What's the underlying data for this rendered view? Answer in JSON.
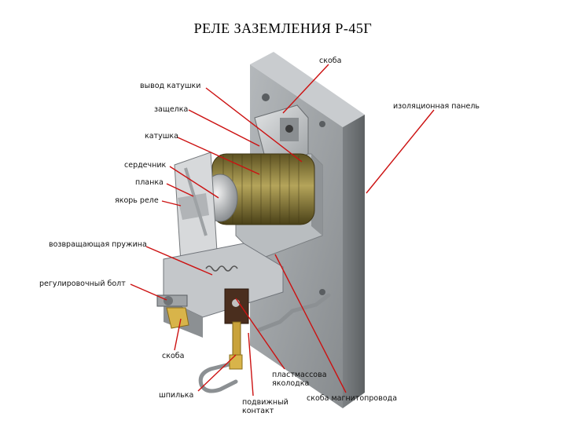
{
  "title": "РЕЛЕ  ЗАЗЕМЛЕНИЯ  Р-45Г",
  "labels": {
    "skoba_top": "скоба",
    "vyvod_katushki": "вывод  катушки",
    "izol_panel": "изоляционная панель",
    "zaschelka": "защелка",
    "katushka": "катушка",
    "serdechnik": "сердечник",
    "planka": "планка",
    "yakor_rele": "якорь реле",
    "vozvr_pruzhina": "возвращающая пружина",
    "regul_bolt": "регулировочный болт",
    "skoba_bottom": "скоба",
    "plastmass_line1": "пластмассова",
    "plastmass_line2": "яколодка",
    "shpilka": "шпилька",
    "podvizh_line1": "подвижный",
    "podvizh_line2": "контакт",
    "skoba_magnit": "скоба магнитопровода"
  },
  "colors": {
    "leader": "#cc1111",
    "panel": "#9a9ea2",
    "panel_dark": "#6f7376",
    "steel": "#c4c7ca",
    "coil": "#8a7a3a",
    "contact": "#4a2e1e"
  }
}
